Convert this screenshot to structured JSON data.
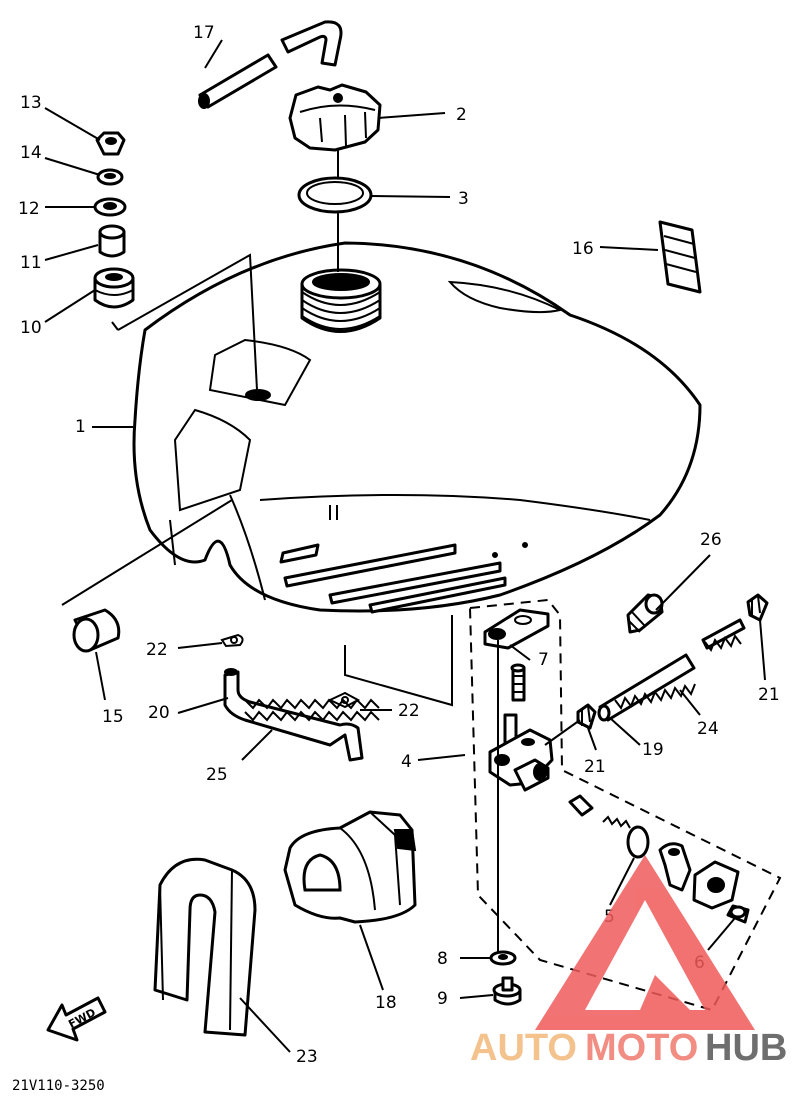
{
  "callouts": {
    "n1": "1",
    "n2": "2",
    "n3": "3",
    "n4": "4",
    "n5": "5",
    "n6": "6",
    "n7": "7",
    "n8": "8",
    "n9": "9",
    "n10": "10",
    "n11": "11",
    "n12": "12",
    "n13": "13",
    "n14": "14",
    "n15": "15",
    "n16": "16",
    "n17": "17",
    "n18": "18",
    "n19": "19",
    "n20": "20",
    "n21a": "21",
    "n21b": "21",
    "n22a": "22",
    "n22b": "22",
    "n23": "23",
    "n24": "24",
    "n25": "25",
    "n26": "26"
  },
  "direction_badge": "FWD",
  "diagram_code": "21V110-3250",
  "watermark": {
    "part1": "AUTO",
    "part2": "MOTO",
    "part3": "HUB",
    "colors": {
      "auto": "#f2b87a",
      "moto": "#f07a6e",
      "hub": "#555555",
      "triangle": "#f05a5a"
    }
  }
}
